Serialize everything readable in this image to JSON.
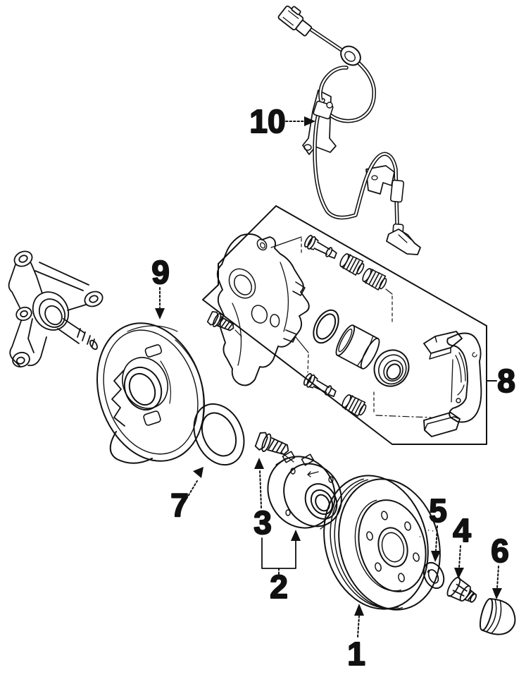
{
  "diagram": {
    "background": "#ffffff",
    "line_color": "#111111",
    "callouts": {
      "c1": {
        "label": "1"
      },
      "c2": {
        "label": "2"
      },
      "c3": {
        "label": "3"
      },
      "c4": {
        "label": "4"
      },
      "c5": {
        "label": "5"
      },
      "c6": {
        "label": "6"
      },
      "c7": {
        "label": "7"
      },
      "c8": {
        "label": "8"
      },
      "c9": {
        "label": "9"
      },
      "c10": {
        "label": "10"
      }
    }
  }
}
